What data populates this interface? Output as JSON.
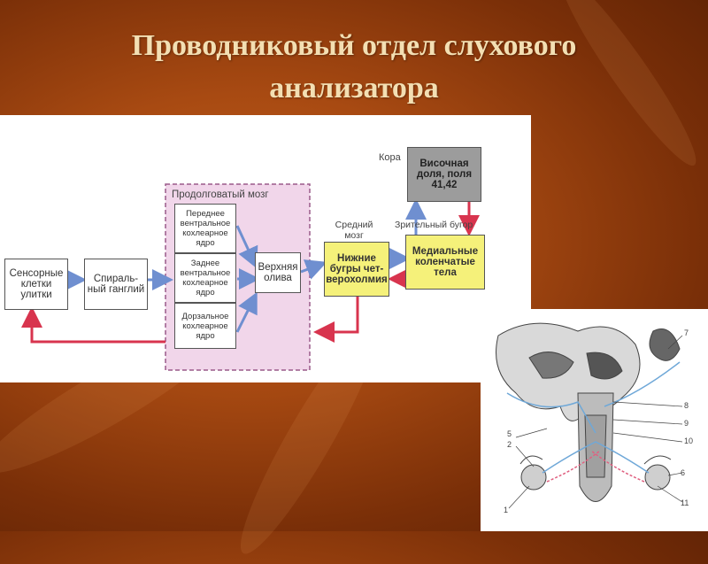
{
  "title": {
    "line1": "Проводниковый отдел слухового",
    "line2": "анализатора"
  },
  "colors": {
    "background": "#a84a12",
    "title_text": "#f3dfb3",
    "arrow_blue": "#6f8fd0",
    "arrow_red": "#d8344e",
    "medulla_fill": "#f1d6ea",
    "yellow_box": "#f5f17a",
    "gray_box": "#9c9c9c"
  },
  "diagram": {
    "sensory_cells": "Сенсорные клетки улитки",
    "spiral_ganglion": "Спираль-ный ганглий",
    "medulla_title": "Продолговатый мозг",
    "anterior_nucleus": "Переднее вентральное кохлеарное ядро",
    "posterior_nucleus": "Заднее вентральное кохлеарное ядро",
    "dorsal_nucleus": "Дорзальное кохлеарное ядро",
    "superior_olive": "Верхняя олива",
    "midbrain_label": "Средний мозг",
    "inferior_colliculi": "Нижние бугры чет-верохолмия",
    "thalamus_label": "Зрительный бугор",
    "medial_geniculate": "Медиальные коленчатые тела",
    "cortex_label": "Кора",
    "temporal_lobe": "Височная доля, поля 41,42"
  },
  "anatomy": {
    "labels": [
      "1",
      "2",
      "5",
      "6",
      "7",
      "8",
      "9",
      "10",
      "11"
    ]
  }
}
